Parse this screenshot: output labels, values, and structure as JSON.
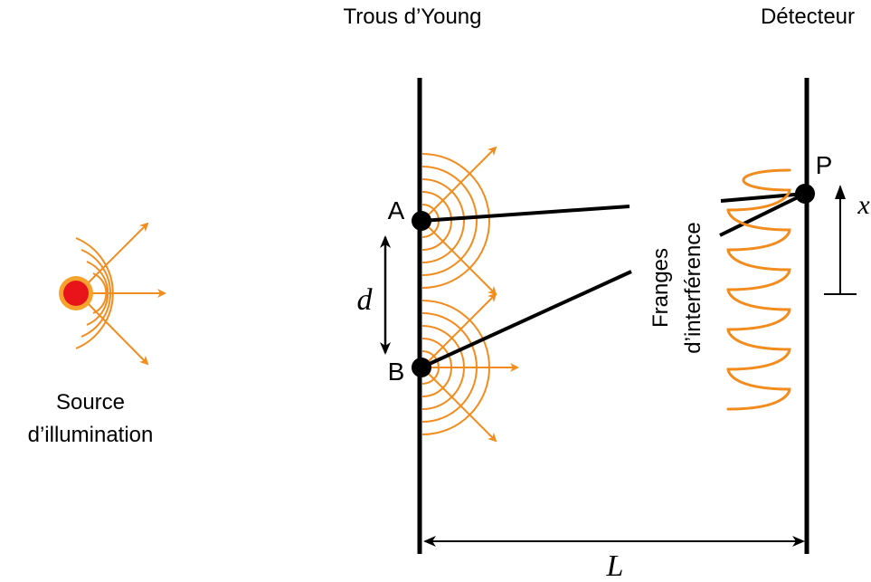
{
  "labels": {
    "slits_title": "Trous d’Young",
    "detector_title": "Détecteur",
    "source_line1": "Source",
    "source_line2": "d’illumination",
    "fringes_line1": "Franges",
    "fringes_line2": "d’interférence",
    "point_a": "A",
    "point_b": "B",
    "point_p": "P",
    "dim_d": "d",
    "dim_L": "L",
    "dim_x": "x"
  },
  "colors": {
    "wave": "#f28c1e",
    "source_core": "#e8141a",
    "source_halo": "#f7a22c",
    "line": "#000000"
  }
}
